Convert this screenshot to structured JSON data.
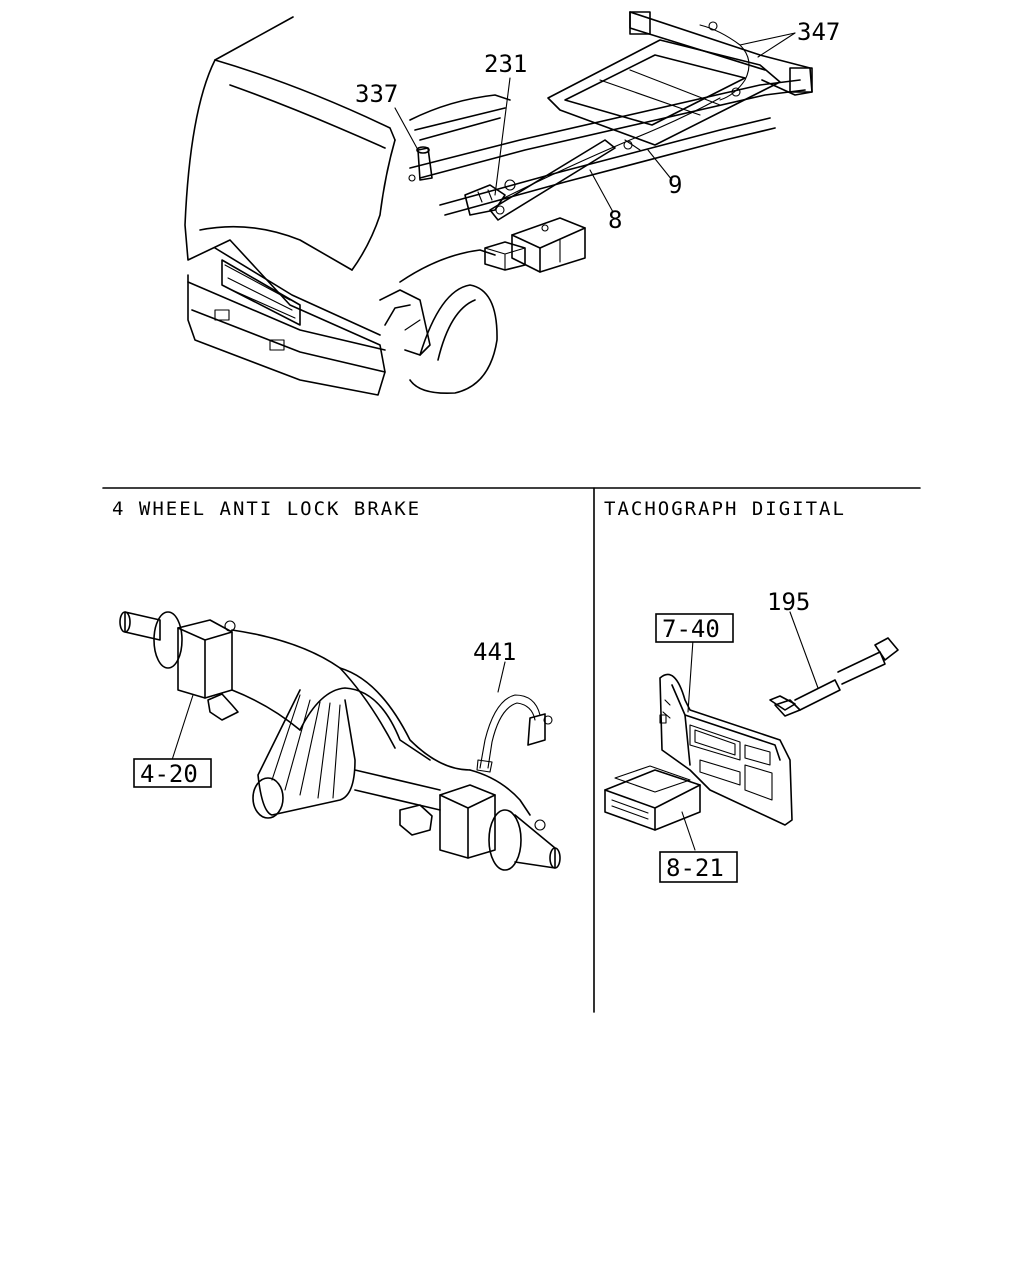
{
  "callouts": {
    "c347": "347",
    "c231": "231",
    "c337": "337",
    "c9": "9",
    "c8": "8",
    "c441": "441",
    "c195": "195"
  },
  "boxed_refs": {
    "r420": "4-20",
    "r740": "7-40",
    "r821": "8-21"
  },
  "sections": {
    "abs_title": "4 WHEEL ANTI LOCK BRAKE",
    "tacho_title": "TACHOGRAPH DIGITAL"
  }
}
